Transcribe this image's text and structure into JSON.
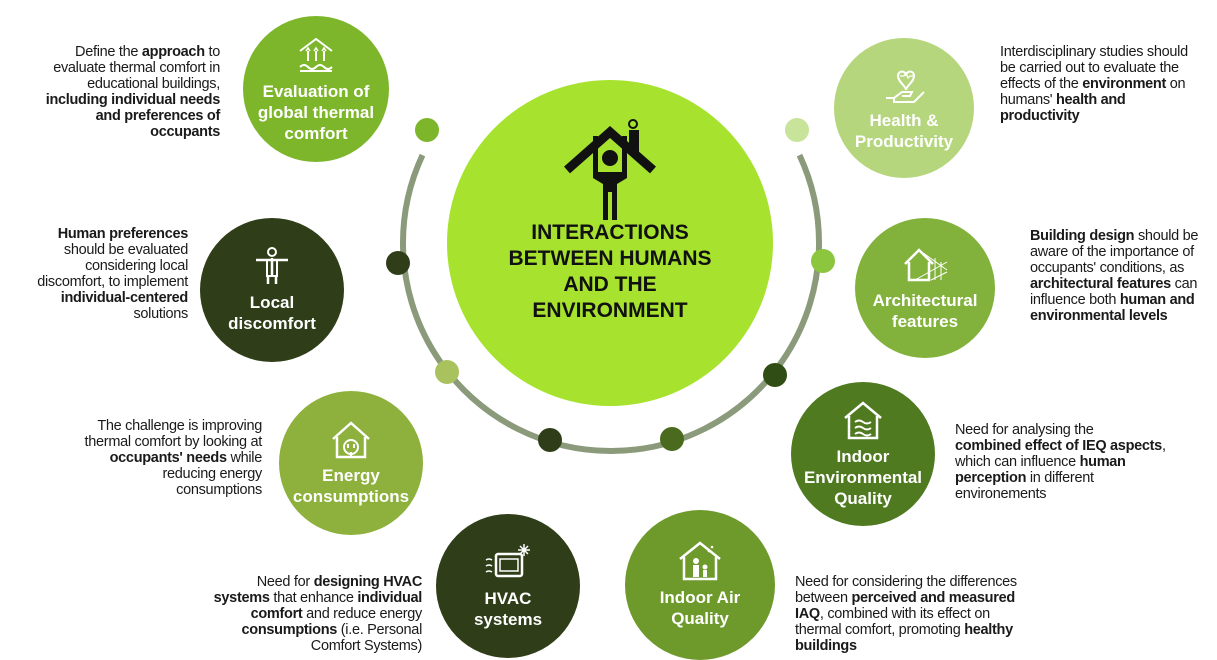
{
  "center": {
    "title": "INTERACTIONS\nBETWEEN HUMANS\nAND THE\nENVIRONMENT"
  },
  "colors": {
    "center": "#a6e22e",
    "arc": "#8a9a7a"
  },
  "nodes": [
    {
      "title": "Evaluation of\nglobal thermal\ncomfort",
      "icon": "radiant-floor-heat-icon",
      "color": "#7db62b",
      "desc": [
        {
          "t": "Define the "
        },
        {
          "t": "approach",
          "b": true
        },
        {
          "t": " to\nevaluate thermal comfort in\neducational buildings,\n"
        },
        {
          "t": "including individual needs\nand preferences of occupants",
          "b": true
        }
      ]
    },
    {
      "title": "Local\ndiscomfort",
      "icon": "person-arms-out-icon",
      "color": "#2f3d18",
      "desc": [
        {
          "t": "Human preferences",
          "b": true
        },
        {
          "t": "\nshould be evaluated\nconsidering local\ndiscomfort, to implement\n"
        },
        {
          "t": "individual-centered",
          "b": true
        },
        {
          "t": "\nsolutions"
        }
      ]
    },
    {
      "title": "Energy\nconsumptions",
      "icon": "house-plug-icon",
      "color": "#8db13c",
      "desc": [
        {
          "t": "The challenge is improving\nthermal comfort by looking at\n"
        },
        {
          "t": "occupants' needs",
          "b": true
        },
        {
          "t": " while\nreducing energy\nconsumptions"
        }
      ]
    },
    {
      "title": "HVAC\nsystems",
      "icon": "air-conditioner-snowflake-icon",
      "color": "#2f3d18",
      "desc": [
        {
          "t": "Need for "
        },
        {
          "t": "designing HVAC\nsystems",
          "b": true
        },
        {
          "t": " that enhance "
        },
        {
          "t": "individual\ncomfort",
          "b": true
        },
        {
          "t": " and reduce energy\n"
        },
        {
          "t": "consumptions",
          "b": true
        },
        {
          "t": " (i.e. Personal\nComfort Systems)"
        }
      ]
    },
    {
      "title": "Indoor Air\nQuality",
      "icon": "house-family-icon",
      "color": "#6e9a2c",
      "desc": [
        {
          "t": "Need for considering the differences\nbetween "
        },
        {
          "t": "perceived and measured\nIAQ",
          "b": true
        },
        {
          "t": ", combined with its effect on\nthermal comfort, promoting "
        },
        {
          "t": "healthy\nbuildings",
          "b": true
        }
      ]
    },
    {
      "title": "Indoor\nEnvironmental\nQuality",
      "icon": "house-air-waves-icon",
      "color": "#4f7a20",
      "desc": [
        {
          "t": "Need for analysing the\n"
        },
        {
          "t": "combined effect of IEQ aspects",
          "b": true
        },
        {
          "t": ",\nwhich can influence "
        },
        {
          "t": "human\nperception",
          "b": true
        },
        {
          "t": " in different\nenvironements"
        }
      ]
    },
    {
      "title": "Architectural\nfeatures",
      "icon": "house-blueprint-icon",
      "color": "#82b23c",
      "desc": [
        {
          "t": "Building design",
          "b": true
        },
        {
          "t": " should be\naware of the importance of\noccupants' conditions, as\n"
        },
        {
          "t": "architectural features",
          "b": true
        },
        {
          "t": " can\ninfluence both "
        },
        {
          "t": "human and\nenvironmental levels",
          "b": true
        }
      ]
    },
    {
      "title": "Health &\nProductivity",
      "icon": "hand-heart-icon",
      "color": "#b5d67c",
      "desc": [
        {
          "t": "Interdisciplinary studies should\nbe carried out to evaluate the\neffects of the "
        },
        {
          "t": "environment",
          "b": true
        },
        {
          "t": " on\nhumans' "
        },
        {
          "t": "health and\nproductivity",
          "b": true
        }
      ]
    }
  ]
}
